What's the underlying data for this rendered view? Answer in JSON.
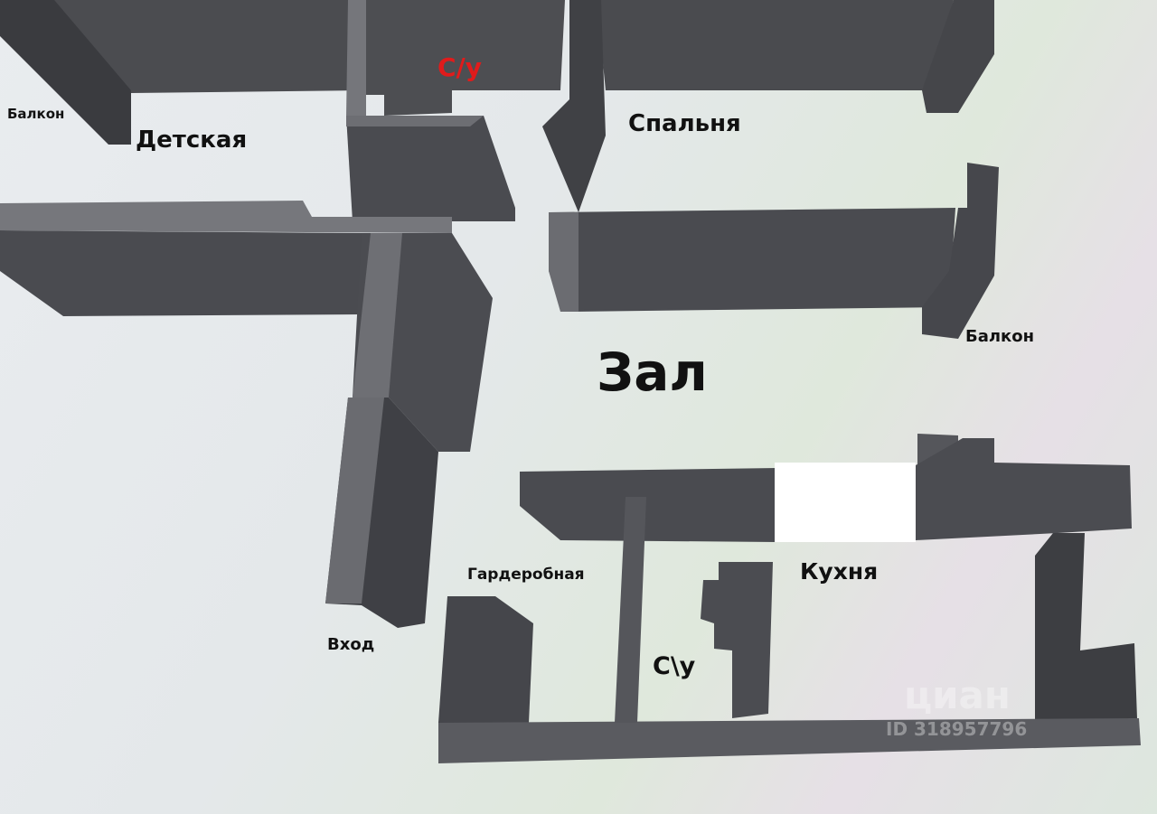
{
  "rooms": {
    "balcony_left": "Балкон",
    "kids_room": "Детская",
    "wc_top": "С/у",
    "bedroom": "Спальня",
    "hall": "Зал",
    "balcony_right": "Балкон",
    "kitchen": "Кухня",
    "wardrobe": "Гардеробная",
    "entrance": "Вход",
    "wc_bottom": "С\\у"
  },
  "watermark": {
    "brand": "циан",
    "id": "ID 318957796"
  },
  "colors": {
    "wall_top": "#4a4b50",
    "wall_side": "#6b6c71",
    "wc_top_label": "#e11b1b"
  }
}
